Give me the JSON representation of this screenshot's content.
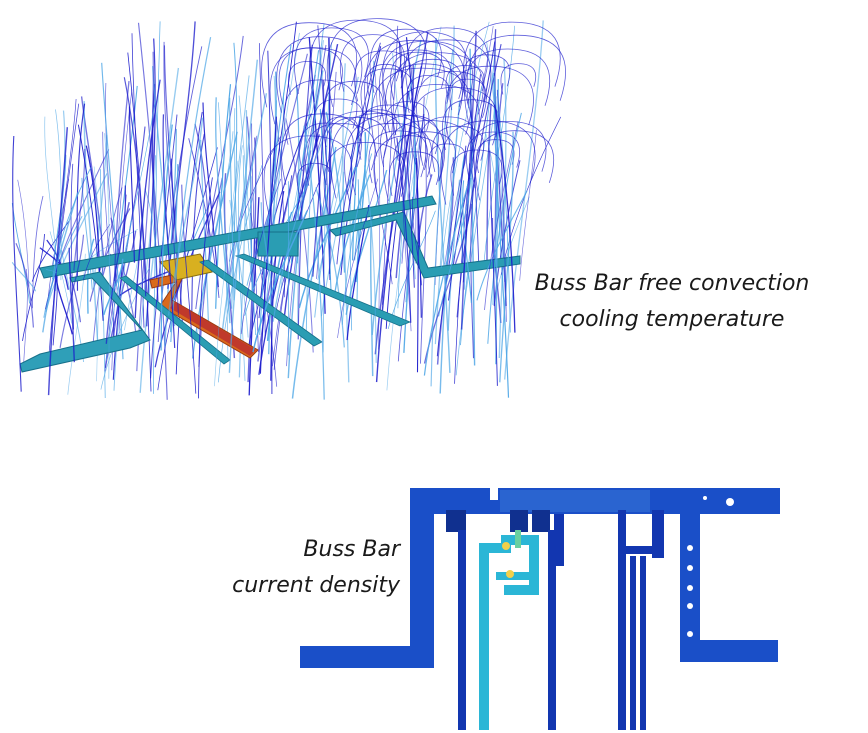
{
  "captions": {
    "convection": {
      "line1": "Buss Bar free convection",
      "line2": "cooling temperature"
    },
    "current": {
      "line1": "Buss Bar",
      "line2": "current density"
    }
  },
  "colors": {
    "streamline_dark": "#1a1acc",
    "streamline_light": "#4da6e6",
    "bar_teal": "#2a9db3",
    "bar_hot": "#c0392b",
    "bar_warm": "#e0a020",
    "density_dark": "#1040c0",
    "density_light": "#2bb6d6"
  },
  "figures": [
    {
      "name": "convection-simulation",
      "content": "3D streamlines over buss bar assembly"
    },
    {
      "name": "current-density-plot",
      "content": "2D current density map of buss bar"
    }
  ]
}
